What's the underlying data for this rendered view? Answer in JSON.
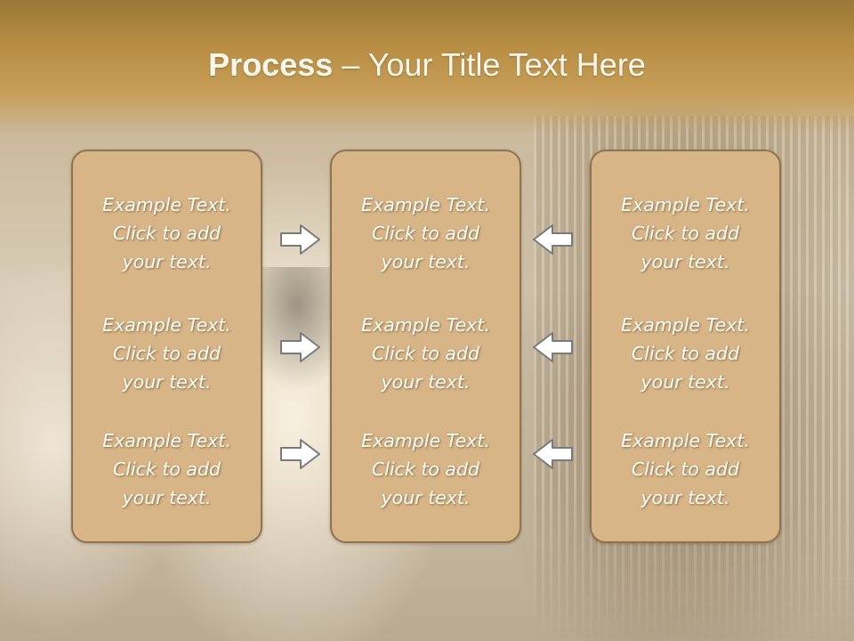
{
  "slide": {
    "title_bold": "Process",
    "title_rest": " – Your Title Text Here"
  },
  "columns": [
    {
      "items": [
        {
          "line1": "Example Text.",
          "line2": "Click  to add",
          "line3": "your text."
        },
        {
          "line1": "Example Text.",
          "line2": "Click  to add",
          "line3": "your text."
        },
        {
          "line1": "Example Text.",
          "line2": "Click  to add",
          "line3": "your text."
        }
      ]
    },
    {
      "items": [
        {
          "line1": "Example Text.",
          "line2": "Click  to add",
          "line3": "your text."
        },
        {
          "line1": "Example Text.",
          "line2": "Click  to add",
          "line3": "your text."
        },
        {
          "line1": "Example Text.",
          "line2": "Click  to add",
          "line3": "your text."
        }
      ]
    },
    {
      "items": [
        {
          "line1": "Example Text.",
          "line2": "Click  to add",
          "line3": "your text."
        },
        {
          "line1": "Example Text.",
          "line2": "Click  to add",
          "line3": "your text."
        },
        {
          "line1": "Example Text.",
          "line2": "Click  to add",
          "line3": "your text."
        }
      ]
    }
  ],
  "colors": {
    "box_fill": "#d7b586",
    "box_border": "#8f7452",
    "arrow_fill": "#ffffff",
    "arrow_stroke": "#7a7a7a"
  },
  "arrows": {
    "left_icon": "arrow-right-icon",
    "right_icon": "arrow-left-icon"
  }
}
